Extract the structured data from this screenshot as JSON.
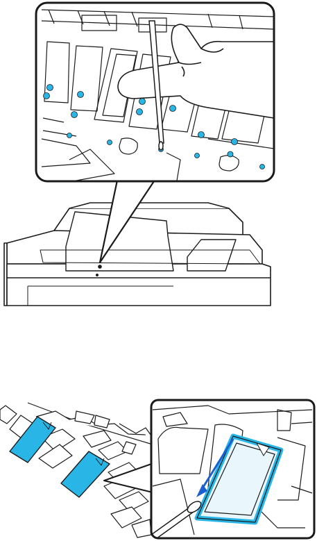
{
  "figures": [
    {
      "name": "printer-overview-with-magnified-platen",
      "highlight_color": "#29b6e6",
      "outline_color": "#1a1a1a",
      "detail": "magnified-callout",
      "tool": "cleaning-stick"
    },
    {
      "name": "platen-pads-cleaning-detail",
      "highlight_color": "#29b6e6",
      "arrow_color": "#1d5fd0",
      "detail": "magnified-callout",
      "tool": "cleaning-swab"
    }
  ],
  "icons": [
    "cleaning-stick-icon",
    "hand-icon",
    "cleaning-swab-icon",
    "direction-arrow-icon"
  ]
}
